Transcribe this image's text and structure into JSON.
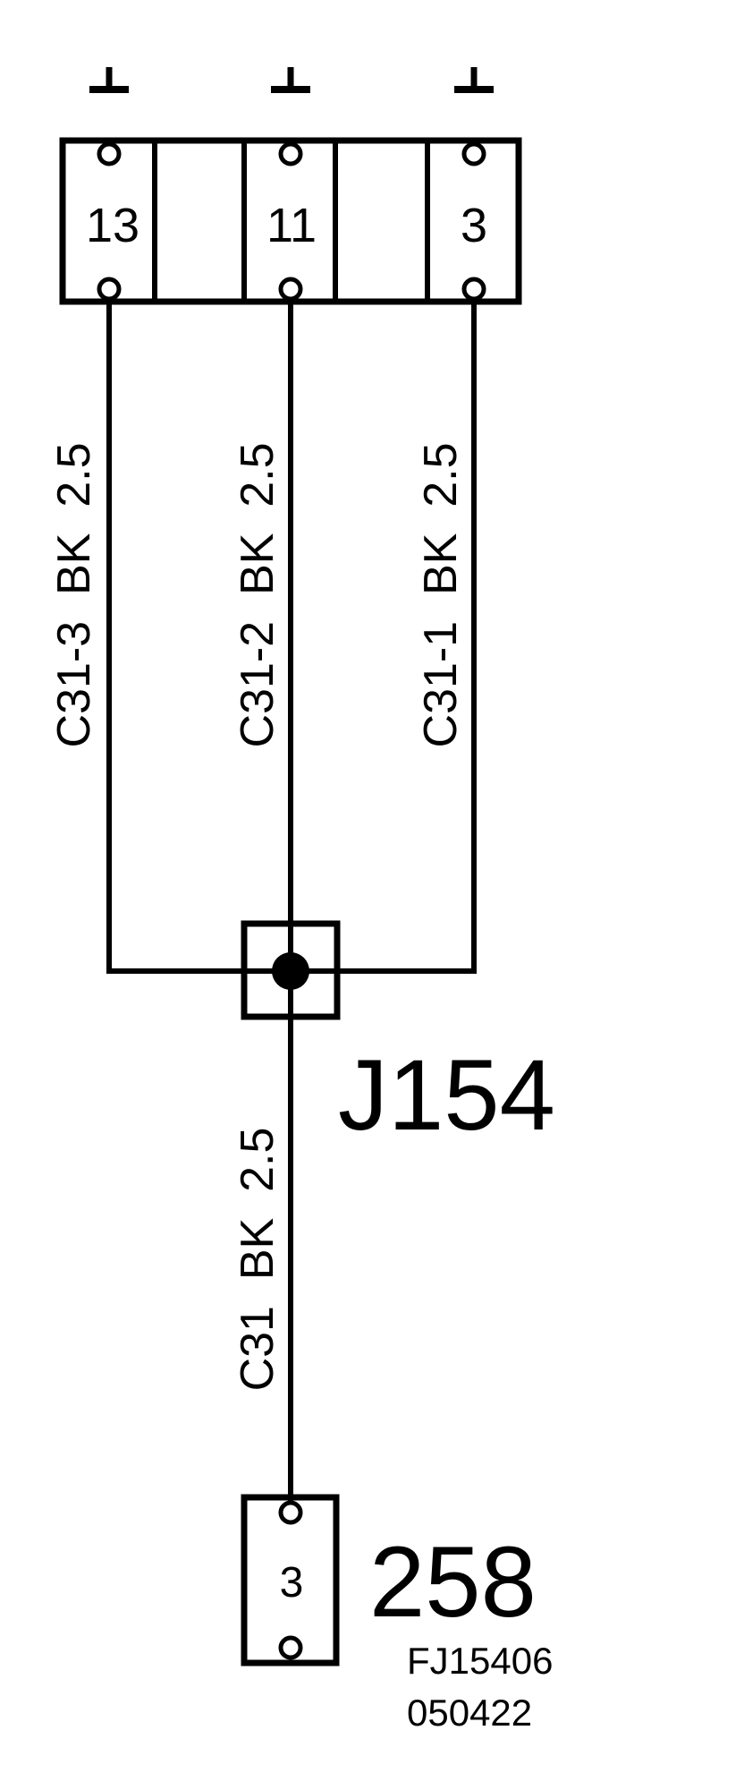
{
  "connector_top": {
    "pins": [
      "13",
      "11",
      "3"
    ]
  },
  "wires": [
    {
      "label": "C31-3  BK  2.5"
    },
    {
      "label": "C31-2  BK  2.5"
    },
    {
      "label": "C31-1  BK  2.5"
    }
  ],
  "splice": {
    "label": "J154"
  },
  "main_wire": {
    "label": "C31  BK  2.5"
  },
  "connector_bottom": {
    "label": "258",
    "pin": "3"
  },
  "footer": {
    "code": "FJ15406",
    "date": "050422"
  },
  "colors": {
    "line": "#000000",
    "background": "#ffffff"
  }
}
